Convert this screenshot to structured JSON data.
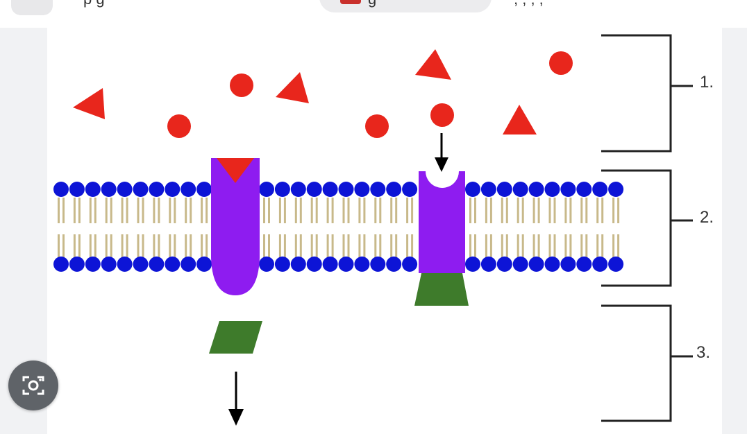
{
  "topbar": {
    "title_fragment": "p        g",
    "chip_text": "g",
    "right_fragment": ",  ,  ,  ,"
  },
  "diagram": {
    "labels": [
      "1.",
      "2.",
      "3."
    ],
    "icons": [
      "red-circle-particle",
      "red-triangle-particle",
      "purple-channel-protein",
      "green-shape",
      "arrow-icon",
      "phospholipid-bilayer",
      "bracket"
    ]
  },
  "colors": {
    "particle": "#e8261c",
    "protein": "#8e1cf0",
    "head": "#0d14d6",
    "tail": "#c8b98a",
    "green": "#3e7b2b",
    "bracket": "#222222"
  },
  "lens": {
    "icon": "camera-search-icon"
  }
}
